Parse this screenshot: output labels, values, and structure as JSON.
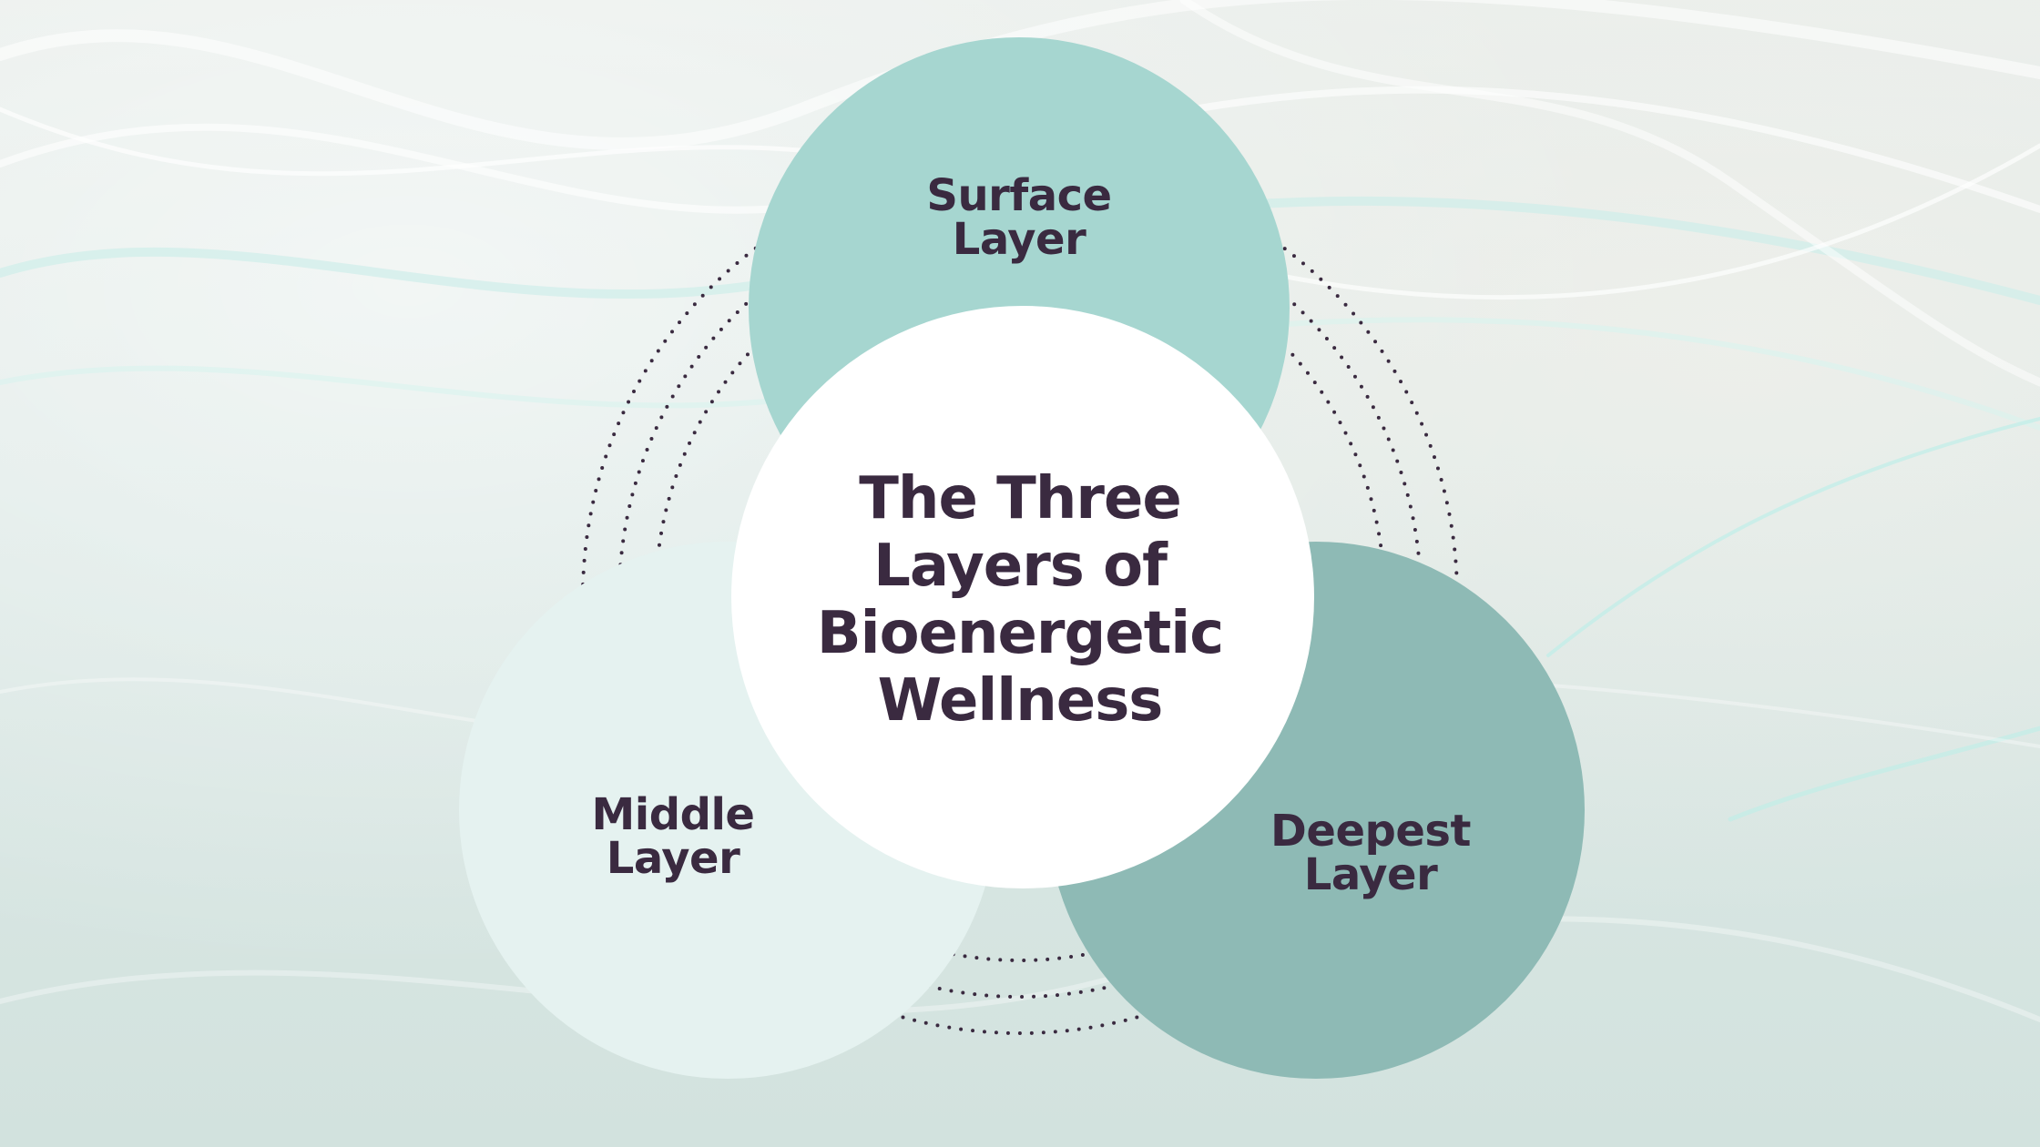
{
  "title_lines": [
    "The Three",
    "Layers of",
    "Bioenergetic",
    "Wellness"
  ],
  "layers": [
    {
      "id": "surface",
      "lines": [
        "Surface",
        "Layer"
      ],
      "color": "#a6d6d0"
    },
    {
      "id": "middle",
      "lines": [
        "Middle",
        "Layer"
      ],
      "color": "#e5f2f0"
    },
    {
      "id": "deepest",
      "lines": [
        "Deepest",
        "Layer"
      ],
      "color": "#8ebab5"
    }
  ],
  "colors": {
    "center": "#ffffff",
    "text": "#3a2a40",
    "dots": "#3a2a40"
  }
}
